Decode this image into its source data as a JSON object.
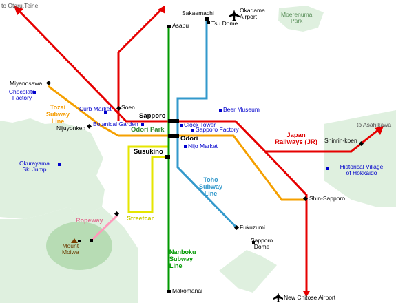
{
  "map": {
    "stations": {
      "asabu": "Asabu",
      "sakaemachi": "Sakaemachi",
      "tsu_dome": "Tsu Dome",
      "miyanosawa": "Miyanosawa",
      "soen": "Soen",
      "sapporo": "Sapporo",
      "nijuyonken": "Nijuyonken",
      "odori": "Odori",
      "susukino": "Susukino",
      "shinrin_koen": "Shinrin-koen",
      "shin_sapporo": "Shin-Sapporo",
      "fukuzumi": "Fukuzumi",
      "makomanai": "Makomanai"
    },
    "places": {
      "okadama_airport": "Okadama\nAirport",
      "moerenuma_park": "Moerenuma\nPark",
      "chocolate_factory": "Chocolate\nFactory",
      "curb_market": "Curb Market",
      "botanical_garden": "Botanical Garden",
      "clock_tower": "Clock Tower",
      "beer_museum": "Beer Museum",
      "sapporo_factory": "Sapporo Factory",
      "nijo_market": "Nijo Market",
      "okurayama": "Okurayama\nSki Jump",
      "historical_village": "Historical Village\nof Hokkaido",
      "sapporo_dome": "Sapporo\nDome",
      "mount_moiwa": "Mount\nMoiwa",
      "new_chitose_airport": "New Chitose Airport",
      "odori_park": "Odori Park"
    },
    "directions": {
      "to_otaru": "to Otaru,Teine",
      "to_asahikawa": "to Asahikawa"
    },
    "lines": {
      "jr": "Japan\nRailways (JR)",
      "tozai": "Tozai\nSubway\nLine",
      "toho": "Toho\nSubway\nLine",
      "nanboku": "Nanboku\nSubway\nLine",
      "streetcar": "Streetcar",
      "ropeway": "Ropeway"
    },
    "colors": {
      "jr": "#e60000",
      "tozai": "#f5a000",
      "nanboku": "#009900",
      "toho": "#3399cc",
      "streetcar": "#e6e600",
      "ropeway": "#ff99bb",
      "park_fill": "#dff0df",
      "mountain_fill": "#b7dcb4"
    }
  }
}
